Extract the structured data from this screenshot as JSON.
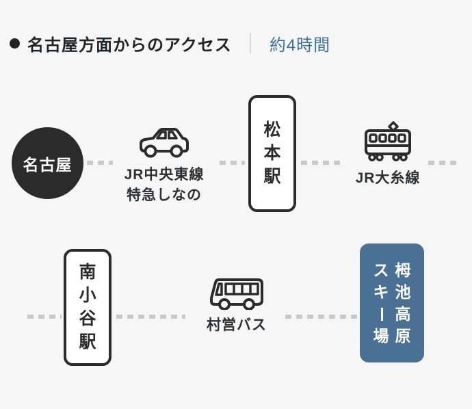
{
  "header": {
    "title": "名古屋方面からのアクセス",
    "duration": "約4時間"
  },
  "route": {
    "origin": "名古屋",
    "leg_car": {
      "icon": "car-icon",
      "label_line1": "JR中央東線",
      "label_line2": "特急しなの"
    },
    "station_matsumoto": "松本駅",
    "leg_train": {
      "icon": "train-icon",
      "label": "JR大糸線"
    },
    "station_minamiotari": "南小谷駅",
    "leg_bus": {
      "icon": "bus-icon",
      "label": "村営バス"
    },
    "destination": "栂池高原\nスキー場"
  },
  "colors": {
    "background": "#f6f6f7",
    "dark": "#2b2b2c",
    "accent_blue_box": "#4a7094",
    "duration_blue": "#3e6f9c",
    "connector_gray": "#c9c9ca",
    "divider_gray": "#d9d9da"
  }
}
